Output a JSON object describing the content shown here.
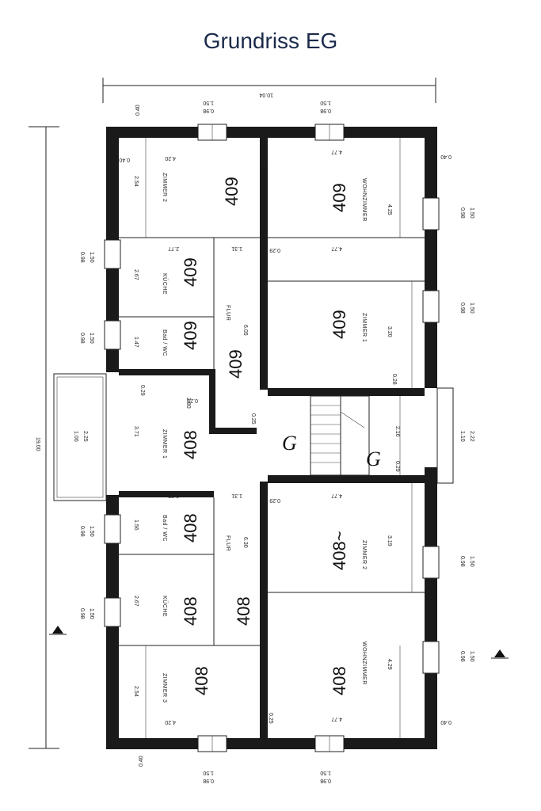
{
  "title": "Grundriss EG",
  "dimensions": {
    "total_width": "10.04",
    "total_height": "19,00",
    "wall_thickness": "0.40",
    "window_top_a": [
      "1.50",
      "0.98"
    ],
    "window_top_b": [
      "1.50",
      "0.98"
    ],
    "window_left_1": [
      "0.98",
      "1.50"
    ],
    "window_left_2": [
      "0.98",
      "1.50"
    ],
    "window_left_3": [
      "1.00",
      "2.25"
    ],
    "window_left_4": [
      "0.98",
      "1.50"
    ],
    "window_left_5": [
      "0.98",
      "1.50"
    ],
    "window_right_1": [
      "0.98",
      "1.50"
    ],
    "window_right_2": [
      "0.98",
      "1.50"
    ],
    "window_right_3": [
      "1.10",
      "2.22"
    ],
    "window_right_4": [
      "0.98",
      "1.50"
    ],
    "window_right_5": [
      "0.98",
      "1.50"
    ],
    "window_bottom_a": [
      "1.50",
      "0.98"
    ],
    "window_bottom_b": [
      "1.50",
      "0.98"
    ]
  },
  "rooms": [
    {
      "number": "409",
      "name": "ZIMMER 2",
      "dims": [
        "2.54",
        "4.20"
      ]
    },
    {
      "number": "409",
      "name": "WOHNZIMMER",
      "dims": [
        "4.25",
        "4.77"
      ]
    },
    {
      "number": "409",
      "name": "KÜCHE",
      "dims": [
        "2.67",
        "2.77"
      ]
    },
    {
      "number": "409",
      "name": "Bad / WC",
      "dims": [
        "1.47"
      ]
    },
    {
      "number": "409",
      "name": "FLUR",
      "dims": [
        "6.05",
        "1.31"
      ]
    },
    {
      "number": "409",
      "name": "ZIMMER 1",
      "dims": [
        "3.20",
        "4.77"
      ]
    },
    {
      "number": "408",
      "name": "ZIMMER 1",
      "dims": [
        "3.71",
        "2.80"
      ]
    },
    {
      "number": "408",
      "name": "Bad / WC",
      "dims": [
        "1.56",
        "2.77"
      ]
    },
    {
      "number": "408",
      "name": "KÜCHE",
      "dims": [
        "2.67"
      ]
    },
    {
      "number": "408",
      "name": "FLUR",
      "dims": [
        "6.30",
        "1.31"
      ]
    },
    {
      "number": "408~",
      "name": "ZIMMER 2",
      "dims": [
        "3.19",
        "4.77"
      ]
    },
    {
      "number": "408",
      "name": "WOHNZIMMER",
      "dims": [
        "4.29",
        "4.77"
      ]
    },
    {
      "number": "408",
      "name": "ZIMMER 3",
      "dims": [
        "2.54",
        "4.20"
      ]
    }
  ],
  "labels": {
    "top_right_wall": "0.40",
    "top_left_wall": "0.40",
    "bottom_left_wall": "0.40",
    "bottom_right_wall": "0.40",
    "mid_wall_top": "0.29",
    "mid_wall_bottom": "0.29",
    "stair_dim_a": "2.16",
    "stair_dim_b": "0.29",
    "hall_dim": "0.25",
    "hall_dim_2": "0.29",
    "wall_a": "0.29",
    "wall_b": "0.28",
    "wall_c": "0.25",
    "wall_d": "0.28",
    "stair_symbol": "G"
  }
}
